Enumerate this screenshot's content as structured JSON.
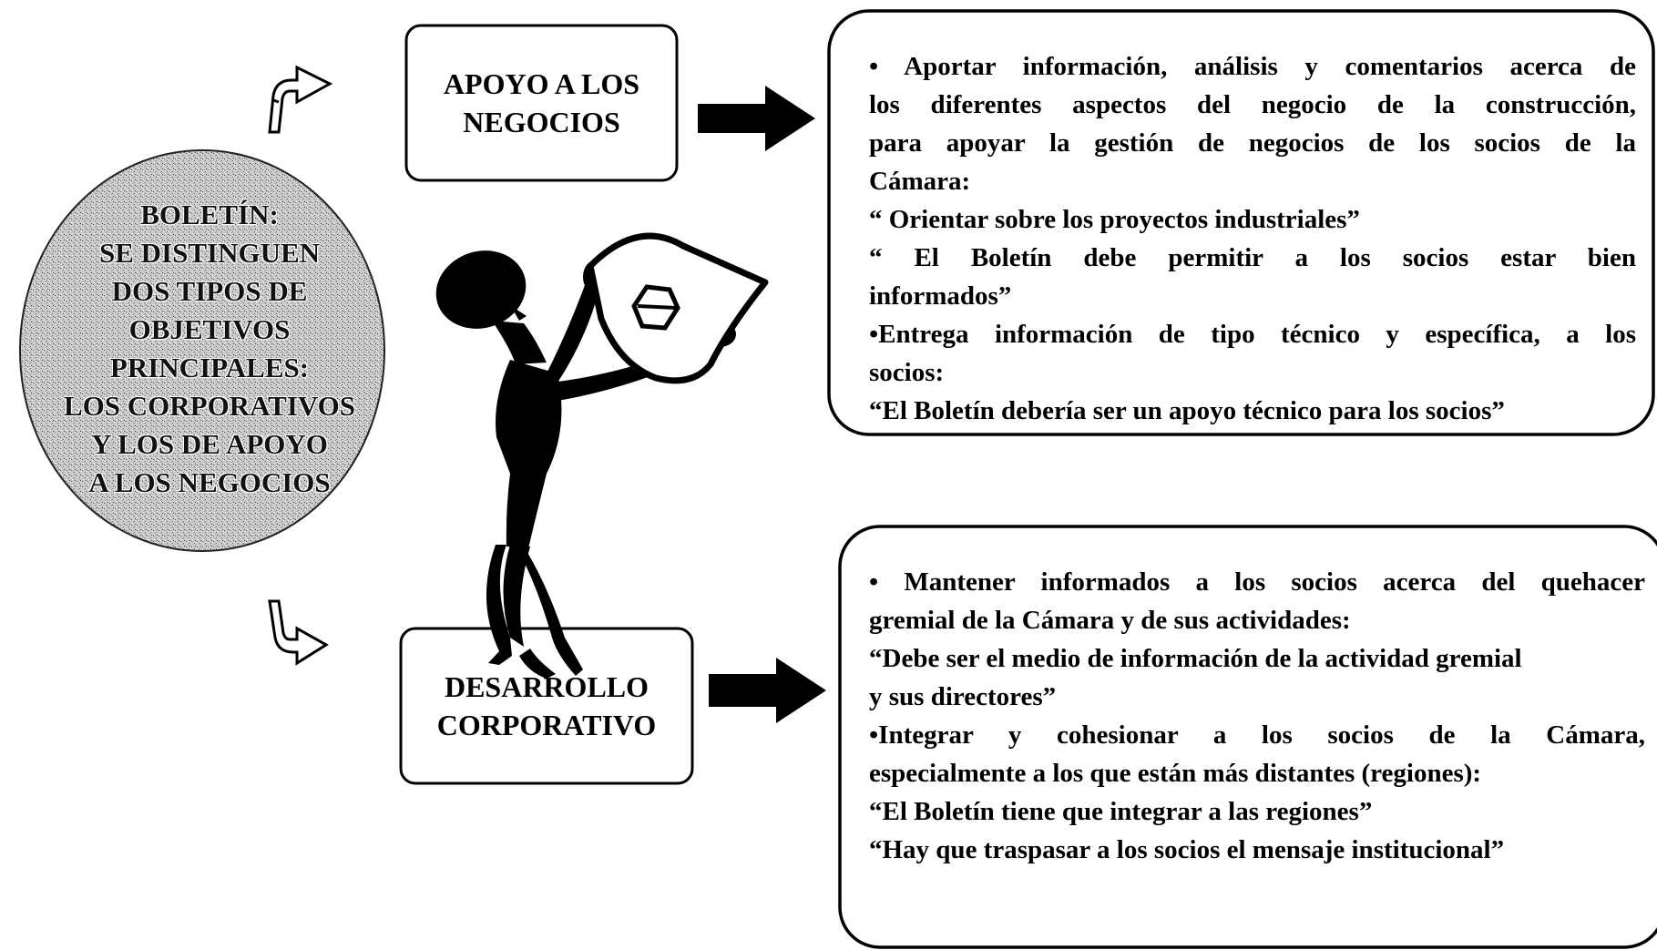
{
  "oval": {
    "lines": [
      "BOLETÍN:",
      "SE DISTINGUEN",
      "DOS TIPOS DE",
      "OBJETIVOS",
      "PRINCIPALES:",
      "LOS CORPORATIVOS",
      "Y LOS DE APOYO",
      "A LOS NEGOCIOS"
    ]
  },
  "box_business": {
    "lines": [
      "APOYO A LOS",
      "NEGOCIOS"
    ]
  },
  "box_corporate": {
    "lines": [
      "DESARROLLO",
      "CORPORATIVO"
    ]
  },
  "info_business": {
    "lines": [
      "• Aportar información, análisis y comentarios acerca de",
      "los diferentes aspectos del negocio de la construcción,",
      "para apoyar la gestión de negocios de los socios de la",
      "Cámara:",
      "“ Orientar sobre los proyectos industriales”",
      "“ El Boletín debe permitir a los socios estar bien",
      "informados”",
      "•Entrega información de tipo técnico y específica, a los",
      "socios:",
      "“El Boletín debería ser un apoyo técnico para los socios”"
    ]
  },
  "info_corporate": {
    "lines": [
      "• Mantener informados a los socios acerca del quehacer",
      "gremial de la Cámara y de sus actividades:",
      "“Debe ser el medio de información de la actividad gremial",
      "y sus directores”",
      "•Integrar y cohesionar a los socios de la Cámara,",
      "especialmente a los que están más distantes (regiones):",
      "“El Boletín tiene que integrar a las regiones”",
      "“Hay que traspasar a los socios el mensaje institucional”"
    ]
  }
}
